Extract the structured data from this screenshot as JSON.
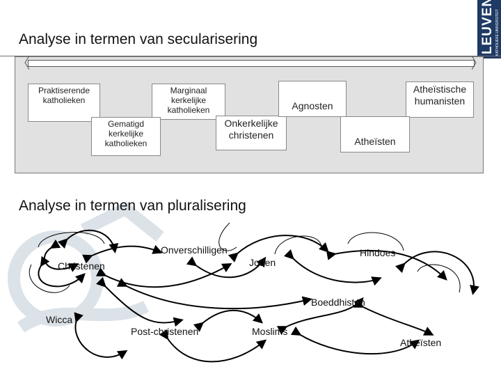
{
  "header": {
    "title_secularisation": "Analyse in termen van secularisering",
    "title_pluralisation": "Analyse in termen van pluralisering",
    "logo_text": "LEUVEN",
    "logo_subtext": "KATHOLIEKE UNIVERSITEIT"
  },
  "secularisation": {
    "categories": [
      "Praktiserende katholieken",
      "Marginaal kerkelijke katholieken",
      "Gematigd kerkelijke katholieken",
      "Onkerkelijke christenen",
      "Agnosten",
      "Atheïstische humanisten",
      "Atheïsten"
    ]
  },
  "pluralisation": {
    "nodes": [
      "Christenen",
      "Onverschilligen",
      "Joden",
      "Hindoes",
      "Boeddhisten",
      "Wicca",
      "Post-christenen",
      "Moslims",
      "Atheïsten"
    ]
  },
  "colors": {
    "panel": "#e1e1e1",
    "logo": "#1f3a64",
    "line": "#000000",
    "watermark": "#c9d3dc"
  }
}
